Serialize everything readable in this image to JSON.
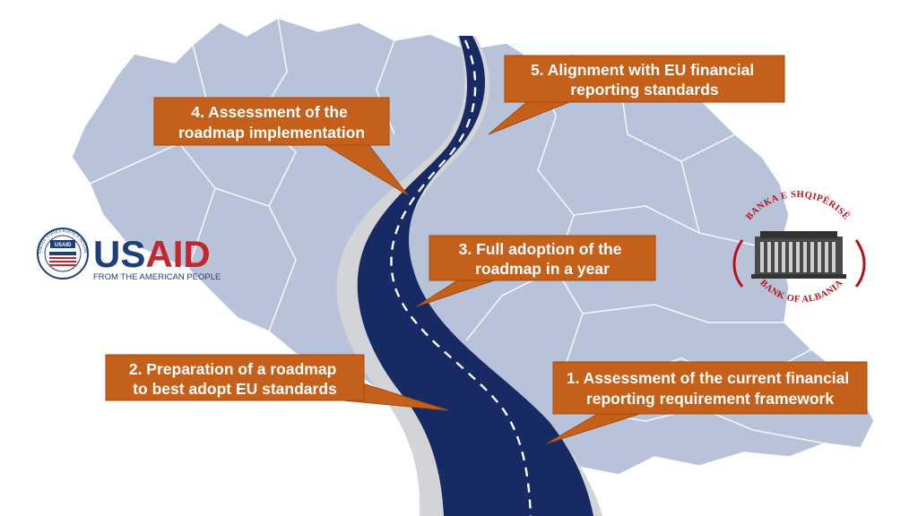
{
  "steps": [
    {
      "id": "step-1",
      "lines": [
        "1. Assessment of the current financial",
        "reporting requirement framework"
      ]
    },
    {
      "id": "step-2",
      "lines": [
        "2. Preparation of a roadmap",
        "to best adopt EU standards"
      ]
    },
    {
      "id": "step-3",
      "lines": [
        "3. Full adoption of the",
        "roadmap in a year"
      ]
    },
    {
      "id": "step-4",
      "lines": [
        "4. Assessment of the",
        "roadmap implementation"
      ]
    },
    {
      "id": "step-5",
      "lines": [
        "5. Alignment with EU financial",
        "reporting standards"
      ]
    }
  ],
  "logos": {
    "usaid": {
      "word_us": "US",
      "word_aid": "AID",
      "tagline": "FROM THE AMERICAN PEOPLE",
      "seal_text": "UNITED STATES AGENCY INTERNATIONAL DEVELOPMENT",
      "seal_center": "USAID"
    },
    "bank": {
      "arc_top": "BANKA E SHQIPËRISË",
      "arc_bottom": "BANK OF ALBANIA"
    }
  },
  "colors": {
    "callout": "#c5601a",
    "callout_stroke": "#a34a10",
    "map": "#b8c2d8",
    "road": "#172a63",
    "road_edge": "#d2d4d8",
    "usaid_blue": "#1f3f7a",
    "usaid_red": "#c1272d",
    "bank_red": "#b5121b"
  }
}
